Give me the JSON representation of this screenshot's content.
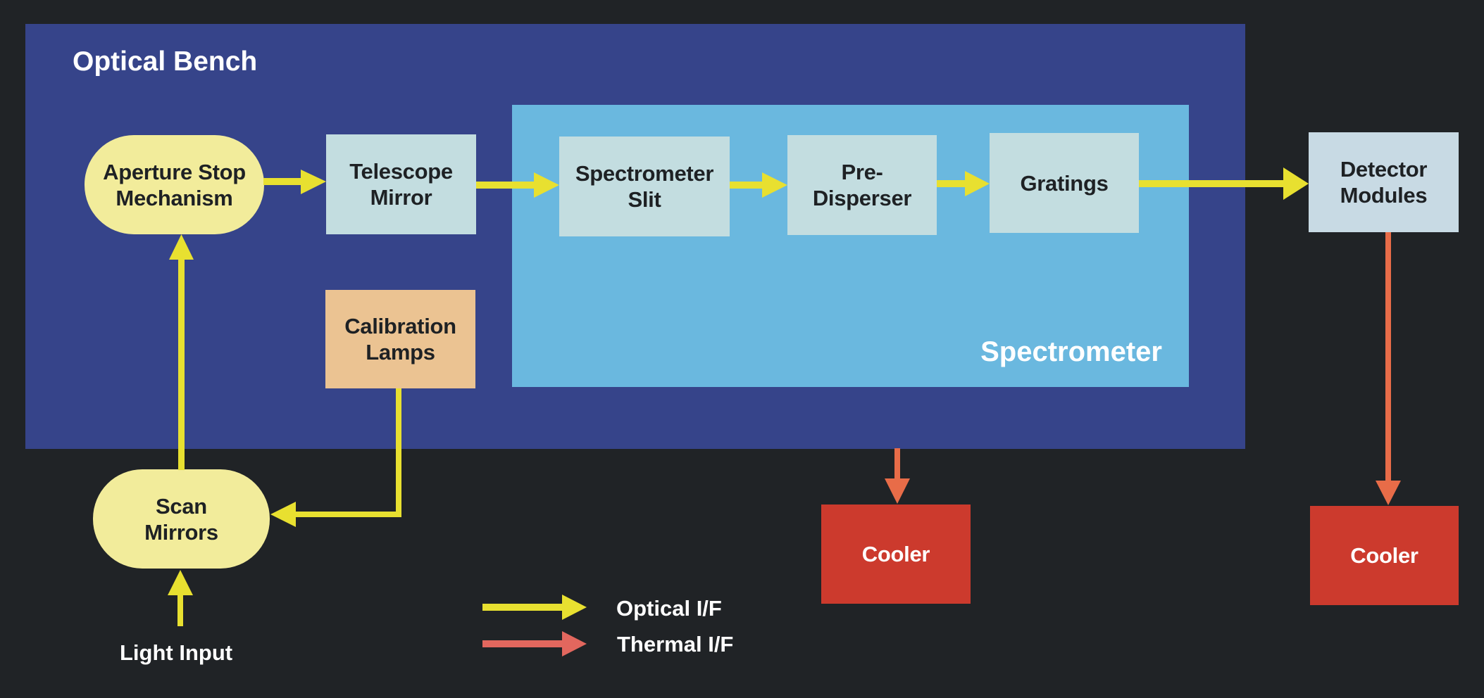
{
  "diagram": {
    "optical_bench": {
      "title": "Optical Bench"
    },
    "spectrometer": {
      "title": "Spectrometer"
    },
    "nodes": {
      "aperture_stop": "Aperture Stop\nMechanism",
      "telescope_mirror": "Telescope\nMirror",
      "spectrometer_slit": "Spectrometer\nSlit",
      "pre_disperser": "Pre-\nDisperser",
      "gratings": "Gratings",
      "detector_modules": "Detector\nModules",
      "calibration_lamps": "Calibration\nLamps",
      "scan_mirrors": "Scan\nMirrors",
      "cooler_1": "Cooler",
      "cooler_2": "Cooler"
    },
    "light_input": "Light Input",
    "connections": [
      {
        "from": "Light Input",
        "to": "Scan Mirrors",
        "type": "optical"
      },
      {
        "from": "Scan Mirrors",
        "to": "Aperture Stop Mechanism",
        "type": "optical"
      },
      {
        "from": "Calibration Lamps",
        "to": "Scan Mirrors",
        "type": "optical"
      },
      {
        "from": "Aperture Stop Mechanism",
        "to": "Telescope Mirror",
        "type": "optical"
      },
      {
        "from": "Telescope Mirror",
        "to": "Spectrometer Slit",
        "type": "optical"
      },
      {
        "from": "Spectrometer Slit",
        "to": "Pre-Disperser",
        "type": "optical"
      },
      {
        "from": "Pre-Disperser",
        "to": "Gratings",
        "type": "optical"
      },
      {
        "from": "Gratings",
        "to": "Detector Modules",
        "type": "optical"
      },
      {
        "from": "Optical Bench",
        "to": "Cooler",
        "type": "thermal"
      },
      {
        "from": "Detector Modules",
        "to": "Cooler",
        "type": "thermal"
      }
    ],
    "legend": {
      "optical": "Optical I/F",
      "thermal": "Thermal I/F"
    },
    "colors": {
      "background": "#202326",
      "optical_bench": "#36448a",
      "spectrometer": "#6ab8df",
      "optical_arrow": "#e8e030",
      "thermal_arrow": "#e86c48",
      "thermal_legend": "#e2675e",
      "cooler": "#cc3a2d",
      "pill": "#f2ec9b",
      "box": "#c3dde0",
      "lamps": "#ebc392"
    }
  }
}
